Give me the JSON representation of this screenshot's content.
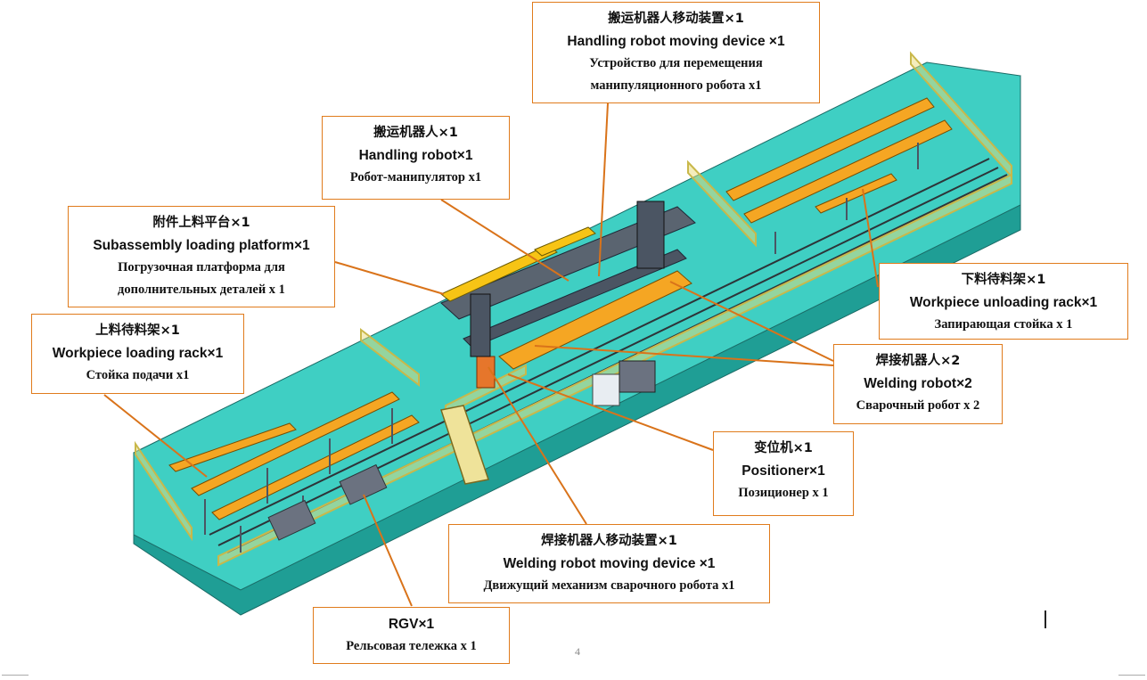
{
  "callouts": {
    "handling_device": {
      "zh": "搬运机器人移动装置×1",
      "en": "Handling robot moving device ×1",
      "ru": [
        "Устройство для перемещения",
        "манипуляционного робота x1"
      ]
    },
    "handling_robot": {
      "zh": "搬运机器人×1",
      "en": "Handling robot×1",
      "ru": [
        "Робот-манипулятор x1"
      ]
    },
    "subassembly": {
      "zh": "附件上料平台×1",
      "en": "Subassembly loading platform×1",
      "ru": [
        "Погрузочная платформа для",
        "дополнительных деталей x 1"
      ]
    },
    "loading_rack": {
      "zh": "上料待料架×1",
      "en": "Workpiece loading rack×1",
      "ru": [
        "Стойка подачи x1"
      ]
    },
    "unloading_rack": {
      "zh": "下料待料架×1",
      "en": "Workpiece unloading rack×1",
      "ru": [
        "Запирающая стойка x 1"
      ]
    },
    "welding_robot": {
      "zh": "焊接机器人×2",
      "en": "Welding robot×2",
      "ru": [
        "Сварочный робот x 2"
      ]
    },
    "positioner": {
      "zh": "变位机×1",
      "en": "Positioner×1",
      "ru": [
        "Позиционер x 1"
      ]
    },
    "welding_device": {
      "zh": "焊接机器人移动装置×1",
      "en": "Welding robot moving device ×1",
      "ru": [
        "Движущий механизм сварочного робота x1"
      ]
    },
    "rgv": {
      "zh": "RGV×1",
      "ru": [
        "Рельсовая тележка x 1"
      ]
    }
  },
  "page_number": "4",
  "colors": {
    "floor": "#3fcfc3",
    "floor_side": "#1f9e95",
    "beam": "#f5a623",
    "callout_border": "#e07b1c",
    "leader": "#d9731a",
    "railing": "#d8c65a",
    "steel": "#5a6470"
  }
}
